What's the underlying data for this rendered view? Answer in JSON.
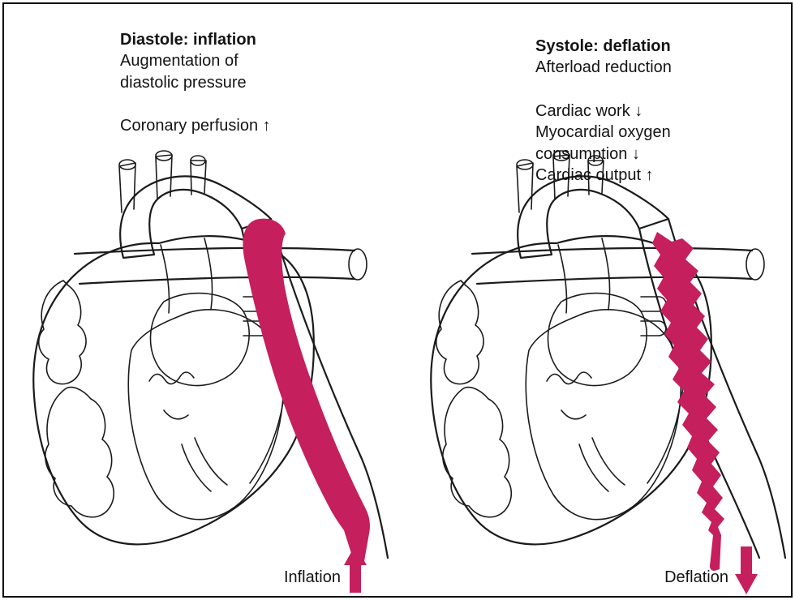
{
  "left_panel": {
    "title": "Diastole: inflation",
    "description_lines": [
      "Augmentation of",
      "diastolic pressure"
    ],
    "effect_lines": [
      "Coronary perfusion ↑"
    ],
    "caption": "Inflation",
    "balloon_state": "inflated",
    "arrow_direction": "up"
  },
  "right_panel": {
    "title": "Systole: deflation",
    "description_lines": [
      "Afterload reduction"
    ],
    "effect_lines": [
      "Cardiac work ↓",
      "Myocardial oxygen",
      "consumption ↓",
      "Cardiac output ↑"
    ],
    "caption": "Deflation",
    "balloon_state": "deflated",
    "arrow_direction": "down"
  },
  "colors": {
    "balloon": "#c51f5d",
    "arrow": "#c51f5d",
    "pink_dark": "#e9a9ae",
    "pink_light": "#fcf3f3",
    "outline": "#1b1b1b",
    "background": "#ffffff",
    "border": "#000000"
  }
}
